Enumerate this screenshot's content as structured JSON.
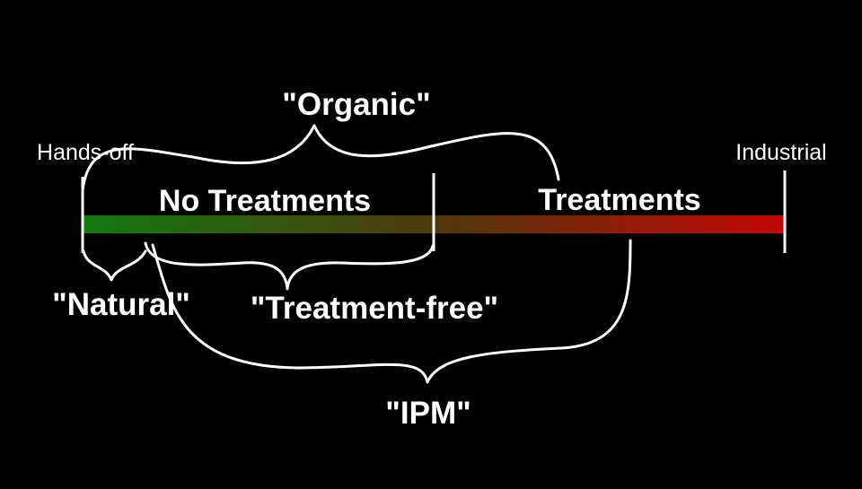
{
  "spectrum": {
    "left_label": "Hands-off",
    "right_label": "Industrial",
    "left_zone_label": "No Treatments",
    "right_zone_label": "Treatments",
    "colors": {
      "start": "#127a12",
      "middle": "#4f3a0c",
      "end": "#c50606",
      "background": "#000000",
      "ink": "#ffffff"
    }
  },
  "braces": {
    "organic": "\"Organic\"",
    "natural": "\"Natural\"",
    "treatment_free": "\"Treatment-free\"",
    "ipm": "\"IPM\""
  }
}
